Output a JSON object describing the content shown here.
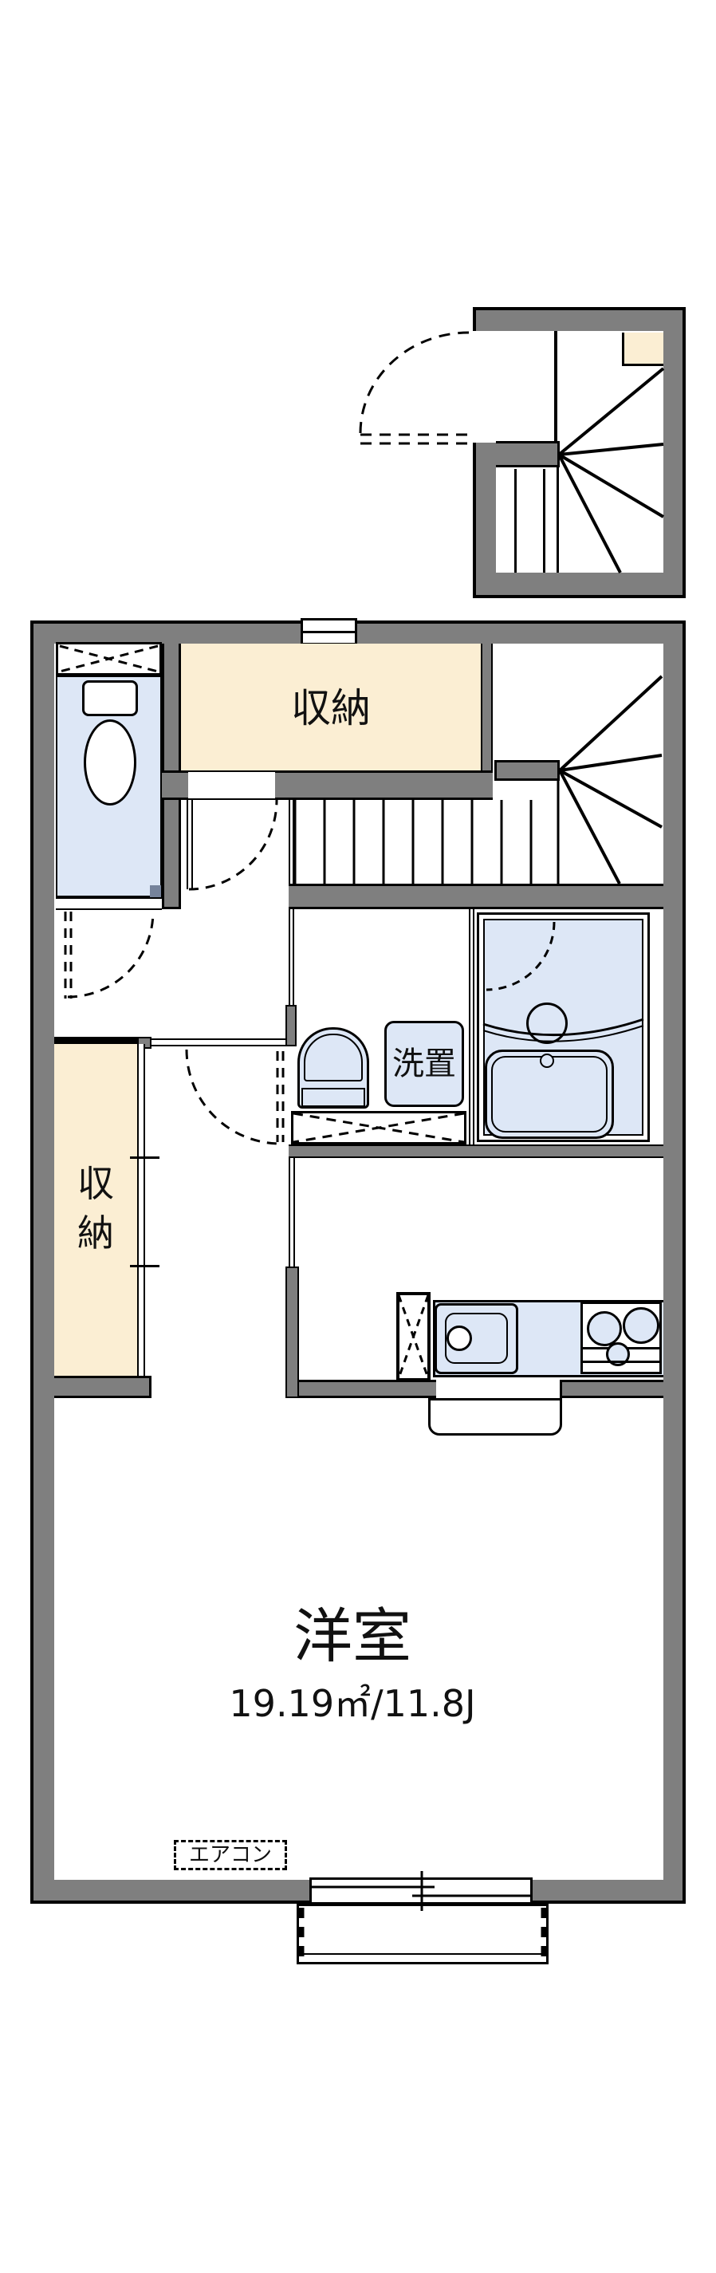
{
  "document": {
    "type": "japanese-apartment-floor-plan"
  },
  "colors": {
    "wall_gray": "#7f7f7f",
    "outline_black": "#000000",
    "room_cream": "#fbeed3",
    "fixture_blue": "#dde7f6",
    "background": "#ffffff"
  },
  "rooms": {
    "storage_top": {
      "label": "収納"
    },
    "storage_left": {
      "line1": "収",
      "line2": "納"
    },
    "laundry": {
      "label": "洗置"
    },
    "main_room": {
      "label": "洋室",
      "size": "19.19㎡/11.8J"
    },
    "aircon": {
      "label": "エアコン"
    }
  }
}
